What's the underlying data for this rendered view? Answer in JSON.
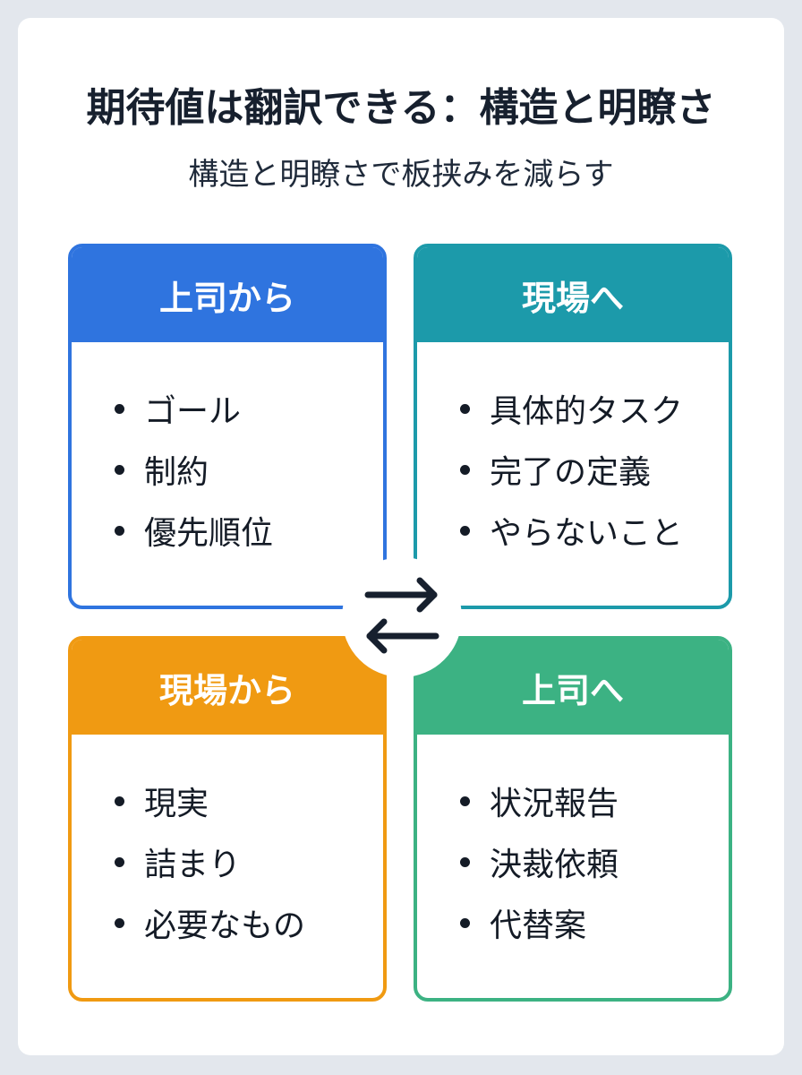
{
  "title": "期待値は翻訳できる：構造と明瞭さ",
  "subtitle": "構造と明瞭さで板挟みを減らす",
  "boxes": [
    {
      "header": "上司から",
      "color": "#2f74df",
      "items": [
        "ゴール",
        "制約",
        "優先順位"
      ]
    },
    {
      "header": "現場へ",
      "color": "#1c9aaa",
      "items": [
        "具体的タスク",
        "完了の定義",
        "やらないこと"
      ]
    },
    {
      "header": "現場から",
      "color": "#f09a12",
      "items": [
        "現実",
        "詰まり",
        "必要なもの"
      ]
    },
    {
      "header": "上司へ",
      "color": "#3cb283",
      "items": [
        "状況報告",
        "決裁依頼",
        "代替案"
      ]
    }
  ],
  "center_icon": "exchange-arrows-icon"
}
